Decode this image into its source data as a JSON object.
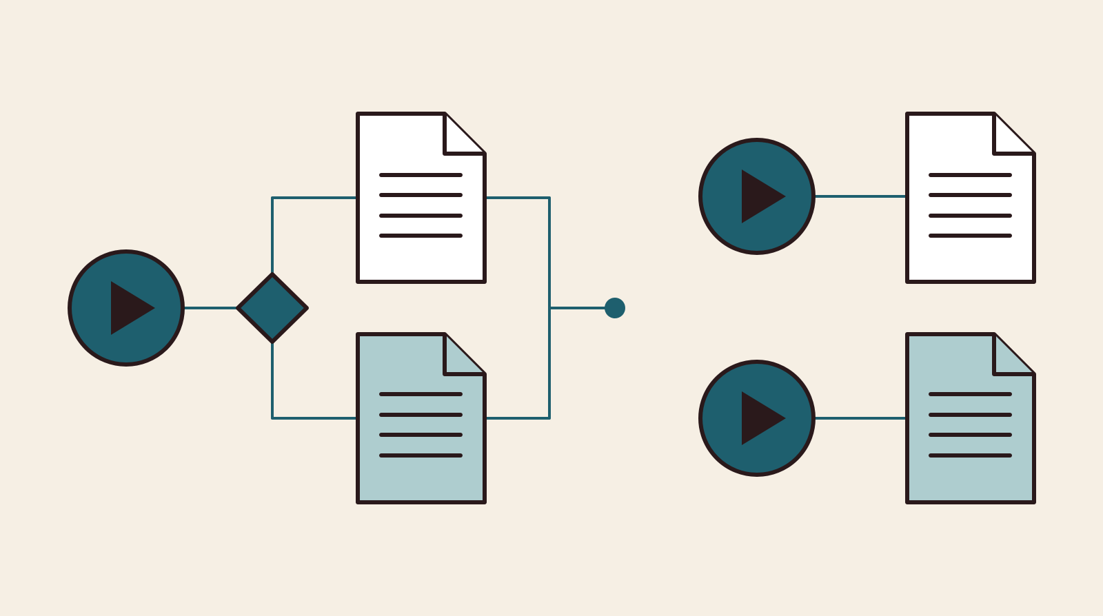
{
  "colors": {
    "background": "#f6efe4",
    "connector": "#1e5f6e",
    "node_fill": "#1e5f6e",
    "outline": "#2a191b",
    "play_glyph": "#2a191b",
    "doc_white": "#ffffff",
    "doc_teal": "#aecdcf",
    "doc_lines": "#2a191b"
  },
  "diagram": {
    "left_flow": {
      "start_node": {
        "icon": "play-icon",
        "fill": "node_fill"
      },
      "decision_node": {
        "icon": "diamond-icon",
        "fill": "node_fill"
      },
      "branch_top_document": {
        "icon": "document-icon",
        "fill": "doc_white",
        "text_lines": 4
      },
      "branch_bottom_document": {
        "icon": "document-icon",
        "fill": "doc_teal",
        "text_lines": 4
      },
      "end_node": {
        "icon": "dot-icon",
        "fill": "node_fill"
      }
    },
    "right_pairs": [
      {
        "start_node": {
          "icon": "play-icon"
        },
        "document": {
          "icon": "document-icon",
          "fill": "doc_white",
          "text_lines": 4
        }
      },
      {
        "start_node": {
          "icon": "play-icon"
        },
        "document": {
          "icon": "document-icon",
          "fill": "doc_teal",
          "text_lines": 4
        }
      }
    ]
  }
}
